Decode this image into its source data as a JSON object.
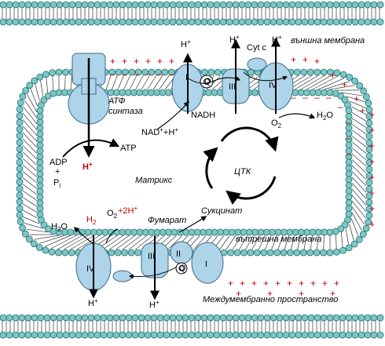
{
  "labels": {
    "outer_membrane": "външна мембрана",
    "inner_membrane": "вътрешна мембрана",
    "intermembrane_space": "Междумембранно пространство",
    "matrix": "Матрикс",
    "tca": "ЦТК",
    "atp_synthase_line1": "АТФ",
    "atp_synthase_line2": "синтаза",
    "adp": "ADP",
    "plus": "+",
    "pi": "P",
    "pi_sub": "i",
    "atp": "ATP",
    "h_red": "H",
    "h": "H",
    "h_sup": "+",
    "nad": "NAD",
    "nad_h": "+H",
    "nadh": "NADH",
    "cyt_c": "Cyt c",
    "o2": "O",
    "o2_sub": "2",
    "h2o": "H",
    "h2o_o": "O",
    "h2o_sub": "2",
    "fumarate": "Фумарат",
    "succinate": "Сукцинат",
    "bottom_h2": "H",
    "bottom_h2_sub": "2",
    "bottom_2h": "+2H",
    "complex_I": "I",
    "complex_II": "II",
    "complex_III": "III",
    "complex_IV": "IV",
    "q": "Q",
    "positive_sign": "+",
    "negative_sign": "–"
  },
  "colors": {
    "bead": "#7ec6c6",
    "complex": "#aed4ea",
    "charge": "#c00000"
  }
}
